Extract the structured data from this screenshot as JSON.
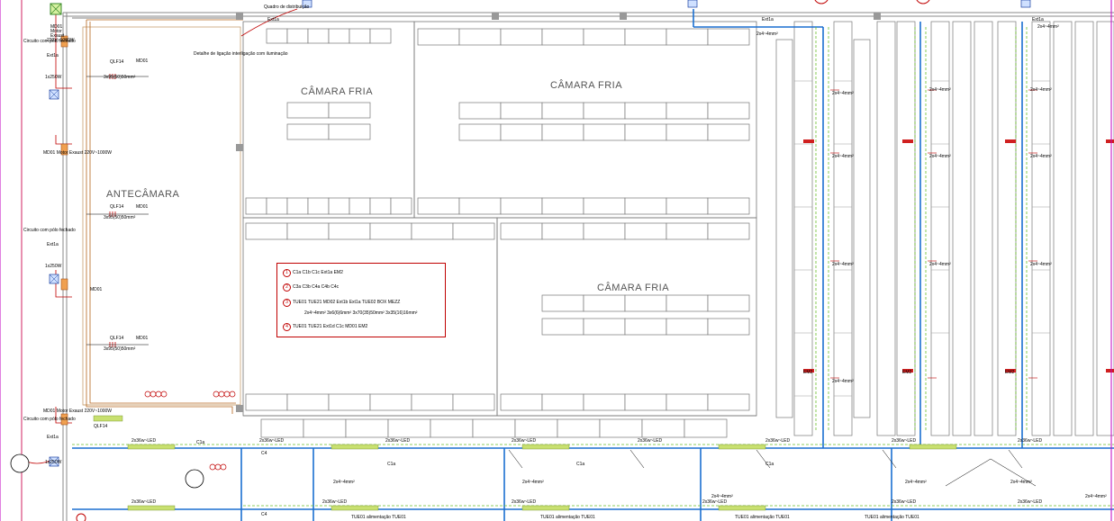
{
  "rooms": {
    "camara1": "CÂMARA FRIA",
    "camara2": "CÂMARA FRIA",
    "camara3": "CÂMARA FRIA",
    "antecamara": "ANTECÂMARA"
  },
  "motor_labels": {
    "m1": "MD01",
    "m1_line2": "Motor",
    "m1_line3": "Exaust",
    "m1_line4": "220V~1000W"
  },
  "legend": {
    "row1": "C1a C1b C1c Ext1a EM2",
    "row2": "C3a C3b C4a C4b C4c",
    "row3": "TUE01 TUE21 MD02 Ext1b Ext1a TUE02  BOX  MEZZ",
    "row3b": "2x4~4mm²   3x6(6)6mm²  3x70(35)50mm²  3x35(16)16mm²",
    "row4": "TUE01 TUE21 Ext1d C1c MD01 EM2"
  },
  "circuit_labels": {
    "led": "2x36w~LED",
    "feed": "2x4~4mm²",
    "ext": "Ext1a",
    "c1": "C1a",
    "qlf": "QLF14",
    "cable": "3x95(50)50mm²",
    "em": "EM2",
    "md": "MD01",
    "c4": "C4",
    "bottom_feed": "TUE01 alimentação TUE01",
    "sw": "1x250W",
    "motor_small": "MD01 Motor Exaust 220V~1000W",
    "note1": "Quadro de distribuição",
    "note2": "Detalhe de ligação interligação com iluminação",
    "note3": "Circuito com pólo fechado"
  },
  "legend_numbers": [
    "1",
    "2",
    "3",
    "4"
  ]
}
